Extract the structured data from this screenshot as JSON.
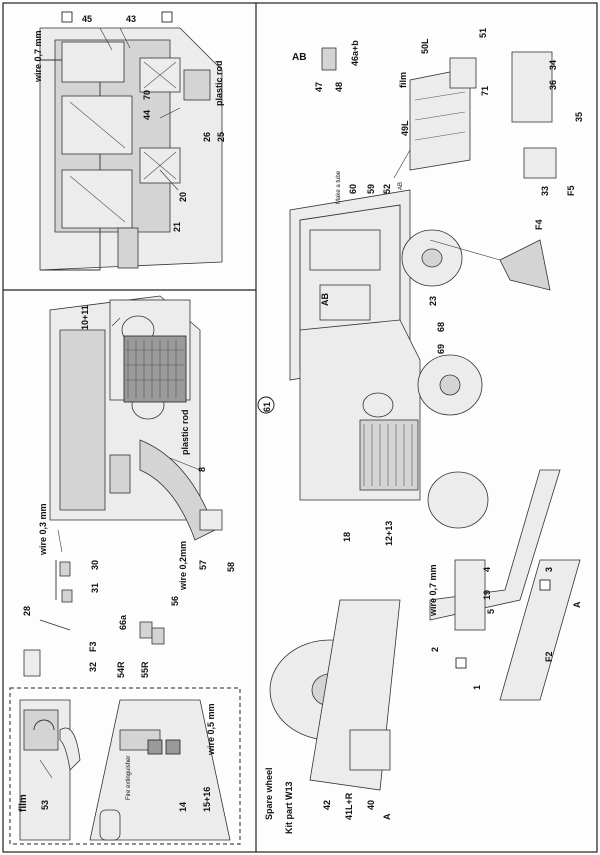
{
  "labels": {
    "a_45": "45",
    "a_43": "43",
    "a_wire07": "wire 0,7 mm",
    "a_44": "44",
    "a_70": "70",
    "a_26": "26",
    "a_25": "25",
    "a_plastic": "plastic rod",
    "a_20": "20",
    "a_21": "21",
    "b_1011": "10+11",
    "b_plastic": "plastic rod",
    "b_8": "8",
    "b_wire03": "wire 0,3 mm",
    "b_30": "30",
    "b_31": "31",
    "b_28": "28",
    "b_32": "32",
    "b_F3": "F3",
    "b_66a": "66a",
    "b_56": "56",
    "b_54R": "54R",
    "b_55R": "55R",
    "b_wire02": "wire 0,2mm",
    "b_57": "57",
    "b_58": "58",
    "c_film": "film",
    "c_53": "53",
    "c_fire": "Fire extinguisher",
    "c_wire05": "wire 0,5 mm",
    "c_14": "14",
    "c_1516": "15+16",
    "d_AB_top": "AB",
    "d_47": "47",
    "d_48": "48",
    "d_46ab": "46a+b",
    "d_film": "film",
    "d_50L": "50L",
    "d_51": "51",
    "d_49L": "49L",
    "d_71": "71",
    "d_36": "36",
    "d_34": "34",
    "d_35": "35",
    "d_33": "33",
    "d_F5": "F5",
    "d_make_tube": "Make a tube",
    "d_60": "60",
    "d_59": "59",
    "d_52": "52",
    "d_AB_small": "AB",
    "d_F4": "F4",
    "d_AB_mid": "AB",
    "d_23": "23",
    "d_68": "68",
    "d_69": "69",
    "d_61": "61",
    "d_18": "18",
    "d_1213": "12+13",
    "d_wire07": "wire 0,7 mm",
    "d_4": "4",
    "d_3": "3",
    "d_19": "19",
    "d_5": "5",
    "d_A_right": "A",
    "d_2": "2",
    "d_F2": "F2",
    "d_1": "1",
    "d_spare": "Spare wheel",
    "d_kit": "Kit part W13",
    "d_42": "42",
    "d_41LR": "41L+R",
    "d_40": "40",
    "d_A_left": "A"
  }
}
